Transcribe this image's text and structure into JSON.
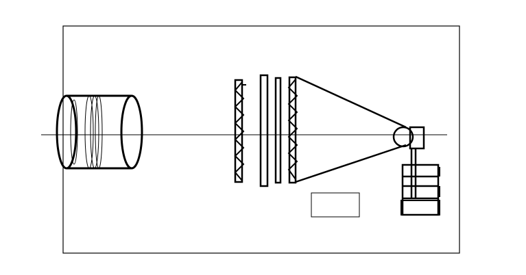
{
  "diagram": {
    "kind": "optical-system-schematic",
    "stroke_color": "#000000",
    "background_color": "#ffffff",
    "components": [
      "frame",
      "optical-axis",
      "cylindrical-lens-assembly",
      "grating-plate-1",
      "plate-2",
      "plate-3",
      "grating-plate-4",
      "light-cone",
      "detector-head",
      "support-stem",
      "stage-base",
      "label-box"
    ],
    "label_box_text": ""
  }
}
